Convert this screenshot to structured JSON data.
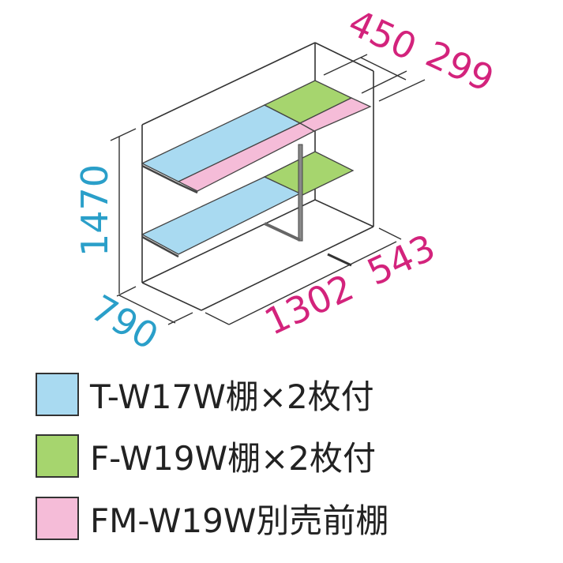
{
  "dimensions": {
    "height": "1470",
    "depth": "790",
    "width": "1302",
    "right_depth": "543",
    "top_left": "450",
    "top_right": "299"
  },
  "colors": {
    "blue_shelf": "#a9daf1",
    "green_shelf": "#a6d56e",
    "pink_shelf": "#f5bcd8",
    "dim_cyan": "#2a9fc9",
    "dim_pink": "#d3237c",
    "line": "#333333"
  },
  "legend": [
    {
      "label": "T-W17W棚×2枚付",
      "color": "#a9daf1"
    },
    {
      "label": "F-W19W棚×2枚付",
      "color": "#a6d56e"
    },
    {
      "label": "FM-W19W別売前棚",
      "color": "#f5bcd8"
    }
  ]
}
